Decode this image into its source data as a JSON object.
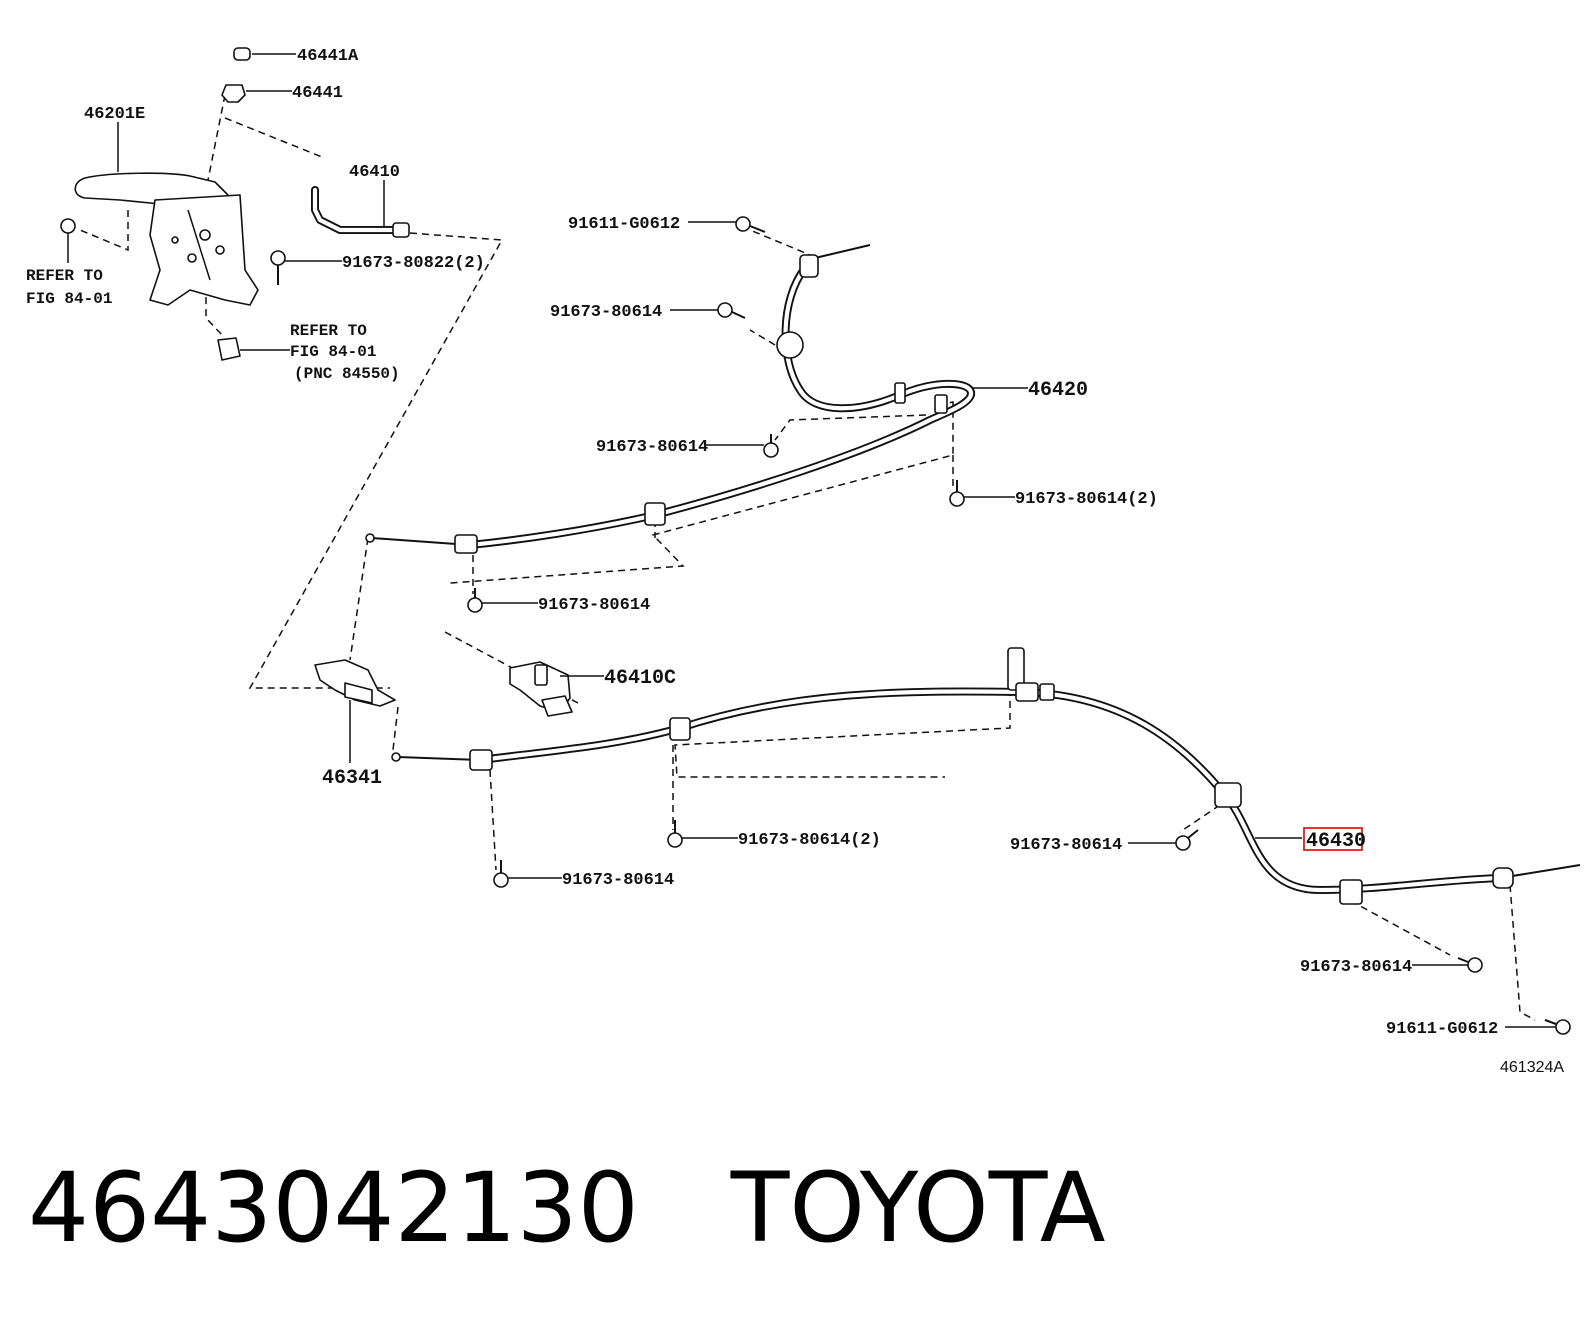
{
  "callouts": {
    "p46441A": "46441A",
    "p46441": "46441",
    "p46201E": "46201E",
    "p46410": "46410",
    "p91673_80822_2": "91673-80822(2)",
    "ref1_line1": "REFER TO",
    "ref1_line2": "FIG 84-01",
    "ref2_line1": "REFER TO",
    "ref2_line2": "FIG 84-01",
    "ref2_line3": "(PNC 84550)",
    "p91611_G0612_top": "91611-G0612",
    "p91673_80614_a": "91673-80614",
    "p46420": "46420",
    "p91673_80614_b": "91673-80614",
    "p91673_80614_2_a": "91673-80614(2)",
    "p91673_80614_c": "91673-80614",
    "p46410C": "46410C",
    "p46341": "46341",
    "p91673_80614_2_b": "91673-80614(2)",
    "p91673_80614_d": "91673-80614",
    "p91673_80614_e": "91673-80614",
    "p46430": "46430",
    "p91673_80614_f": "91673-80614",
    "p91611_G0612_bottom": "91611-G0612"
  },
  "illustration_id": "461324A",
  "highlight_color": "#e0201b",
  "footer": {
    "part_number": "4643042130",
    "brand": "TOYOTA"
  }
}
